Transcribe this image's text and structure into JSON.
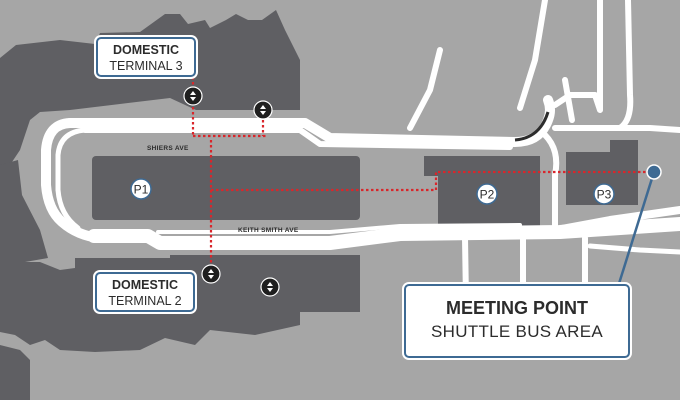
{
  "terminals": {
    "t3": {
      "line1": "DOMESTIC",
      "line2": "TERMINAL 3"
    },
    "t2": {
      "line1": "DOMESTIC",
      "line2": "TERMINAL 2"
    }
  },
  "parking": [
    "P1",
    "P2",
    "P3"
  ],
  "streets": {
    "shiers": "SHIERS AVE",
    "keith": "KEITH SMITH AVE"
  },
  "meeting_point": {
    "title": "MEETING POINT",
    "subtitle": "SHUTTLE BUS AREA"
  },
  "colors": {
    "background": "#a6a6a6",
    "building": "#5f5f63",
    "road": "#ffffff",
    "route": "#d9262b",
    "accent": "#3e6a93",
    "marker": "#3e6a93"
  },
  "icons": [
    "transfer-icon",
    "location-pin-icon"
  ]
}
